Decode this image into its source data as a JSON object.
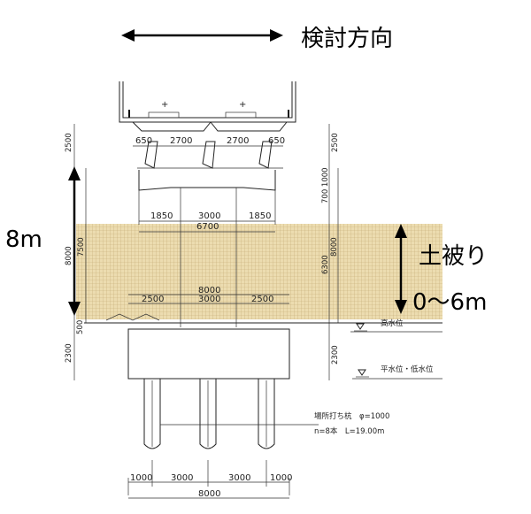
{
  "labels": {
    "direction": "検討方向",
    "height_8m": "8m",
    "cover_title": "土被り",
    "cover_range": "0～6m",
    "high_water": "高水位",
    "normal_low_water": "平水位・低水位",
    "pile_type": "場所打ち杭　φ=1000",
    "pile_count_len": "n=8本　L=19.00m"
  },
  "dims": {
    "d650": "650",
    "d2700a": "2700",
    "d2700b": "2700",
    "d650b": "650",
    "d2500_top_l": "2500",
    "d2500_top_r": "2500",
    "d700_1000": "700 1000",
    "d1850a": "1850",
    "d3000a": "3000",
    "d1850b": "1850",
    "d6700": "6700",
    "d8000_v": "8000",
    "d7500_v": "7500",
    "d6300_v": "6300",
    "d8000_v_r": "8000",
    "d8000_h": "8000",
    "d2500a": "2500",
    "d3000b": "3000",
    "d2500b": "2500",
    "d500": "500",
    "d2300_l": "2300",
    "d2300_r": "2300",
    "d1000a": "1000",
    "d3000c": "3000",
    "d3000d": "3000",
    "d1000b": "1000",
    "d8000_bottom": "8000"
  },
  "colors": {
    "soil_fill": "#e8d7a8",
    "soil_grid": "#c9b27a",
    "ink": "#222222"
  }
}
